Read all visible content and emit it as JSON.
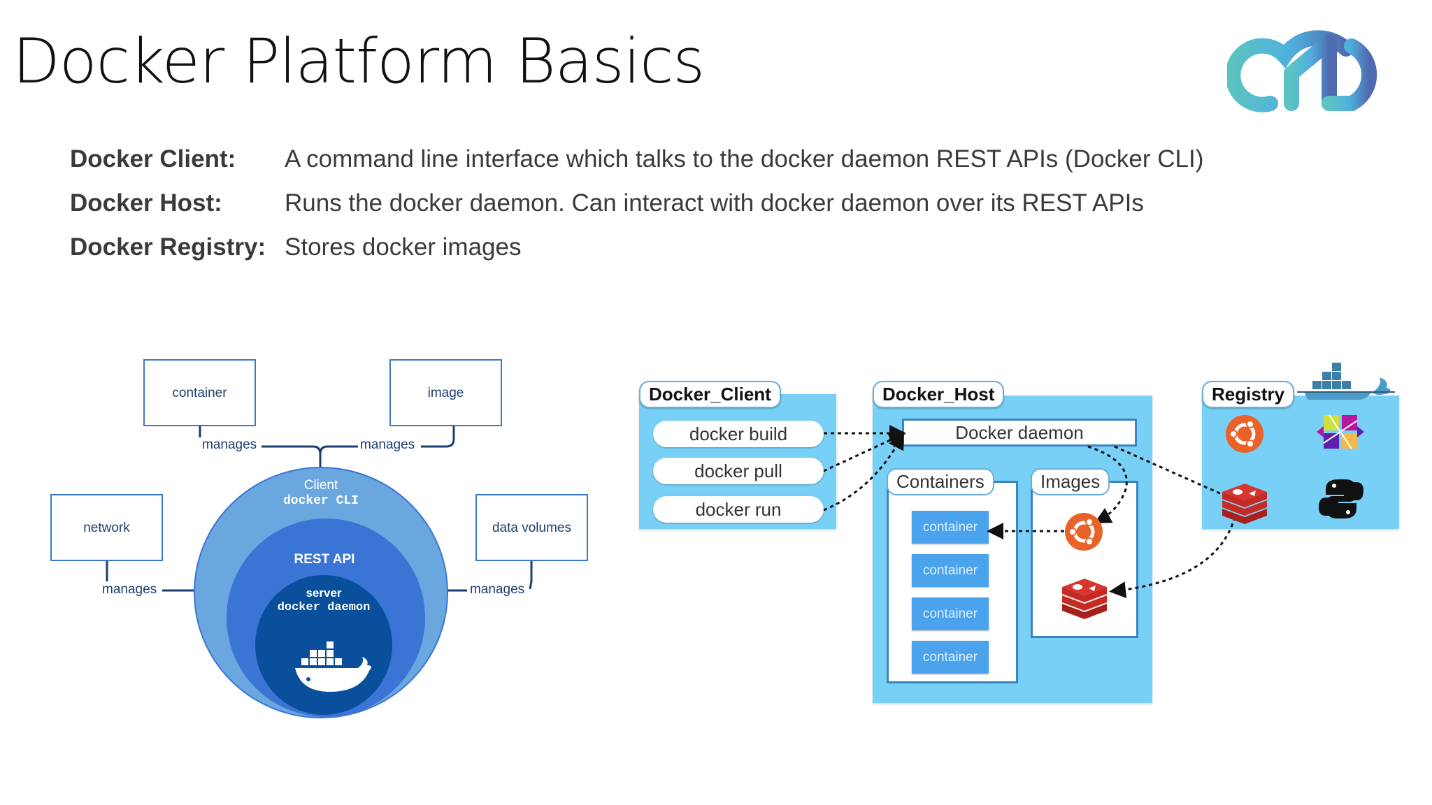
{
  "slide": {
    "title": "Docker Platform Basics",
    "logo_icon": "cmd-cloud-logo-icon"
  },
  "definitions": [
    {
      "term": "Docker Client:",
      "description": "A command line interface which talks to the docker daemon REST APIs (Docker CLI)"
    },
    {
      "term": "Docker Host:",
      "description": "Runs the docker daemon. Can interact with docker daemon over its REST APIs"
    },
    {
      "term": "Docker Registry:",
      "description": "Stores docker images"
    }
  ],
  "architecture_diagram": {
    "entities": {
      "container": "container",
      "image": "image",
      "network": "network",
      "data_volumes": "data volumes"
    },
    "relation_label": "manages",
    "layers": {
      "client_title": "Client",
      "client_sub": "docker CLI",
      "api": "REST API",
      "server_title": "server",
      "server_sub": "docker daemon"
    },
    "colors": {
      "outer": "#6aa7df",
      "middle": "#3a75d6",
      "inner": "#0a4f9c",
      "line": "#1d3d6e"
    }
  },
  "flow_diagram": {
    "client": {
      "title": "Docker_Client",
      "commands": [
        "docker build",
        "docker pull",
        "docker run"
      ]
    },
    "host": {
      "title": "Docker_Host",
      "daemon": "Docker daemon",
      "containers_title": "Containers",
      "images_title": "Images",
      "containers": [
        "container",
        "container",
        "container",
        "container"
      ],
      "images": [
        "ubuntu-icon",
        "redis-icon"
      ]
    },
    "registry": {
      "title": "Registry",
      "images": [
        "ubuntu-icon",
        "centos-icon",
        "redis-icon",
        "python-icon"
      ]
    },
    "colors": {
      "panel": "#79d0f7",
      "container_box": "#4aa3ec",
      "ubuntu": "#e8622a",
      "redis": "#d2302a"
    }
  }
}
